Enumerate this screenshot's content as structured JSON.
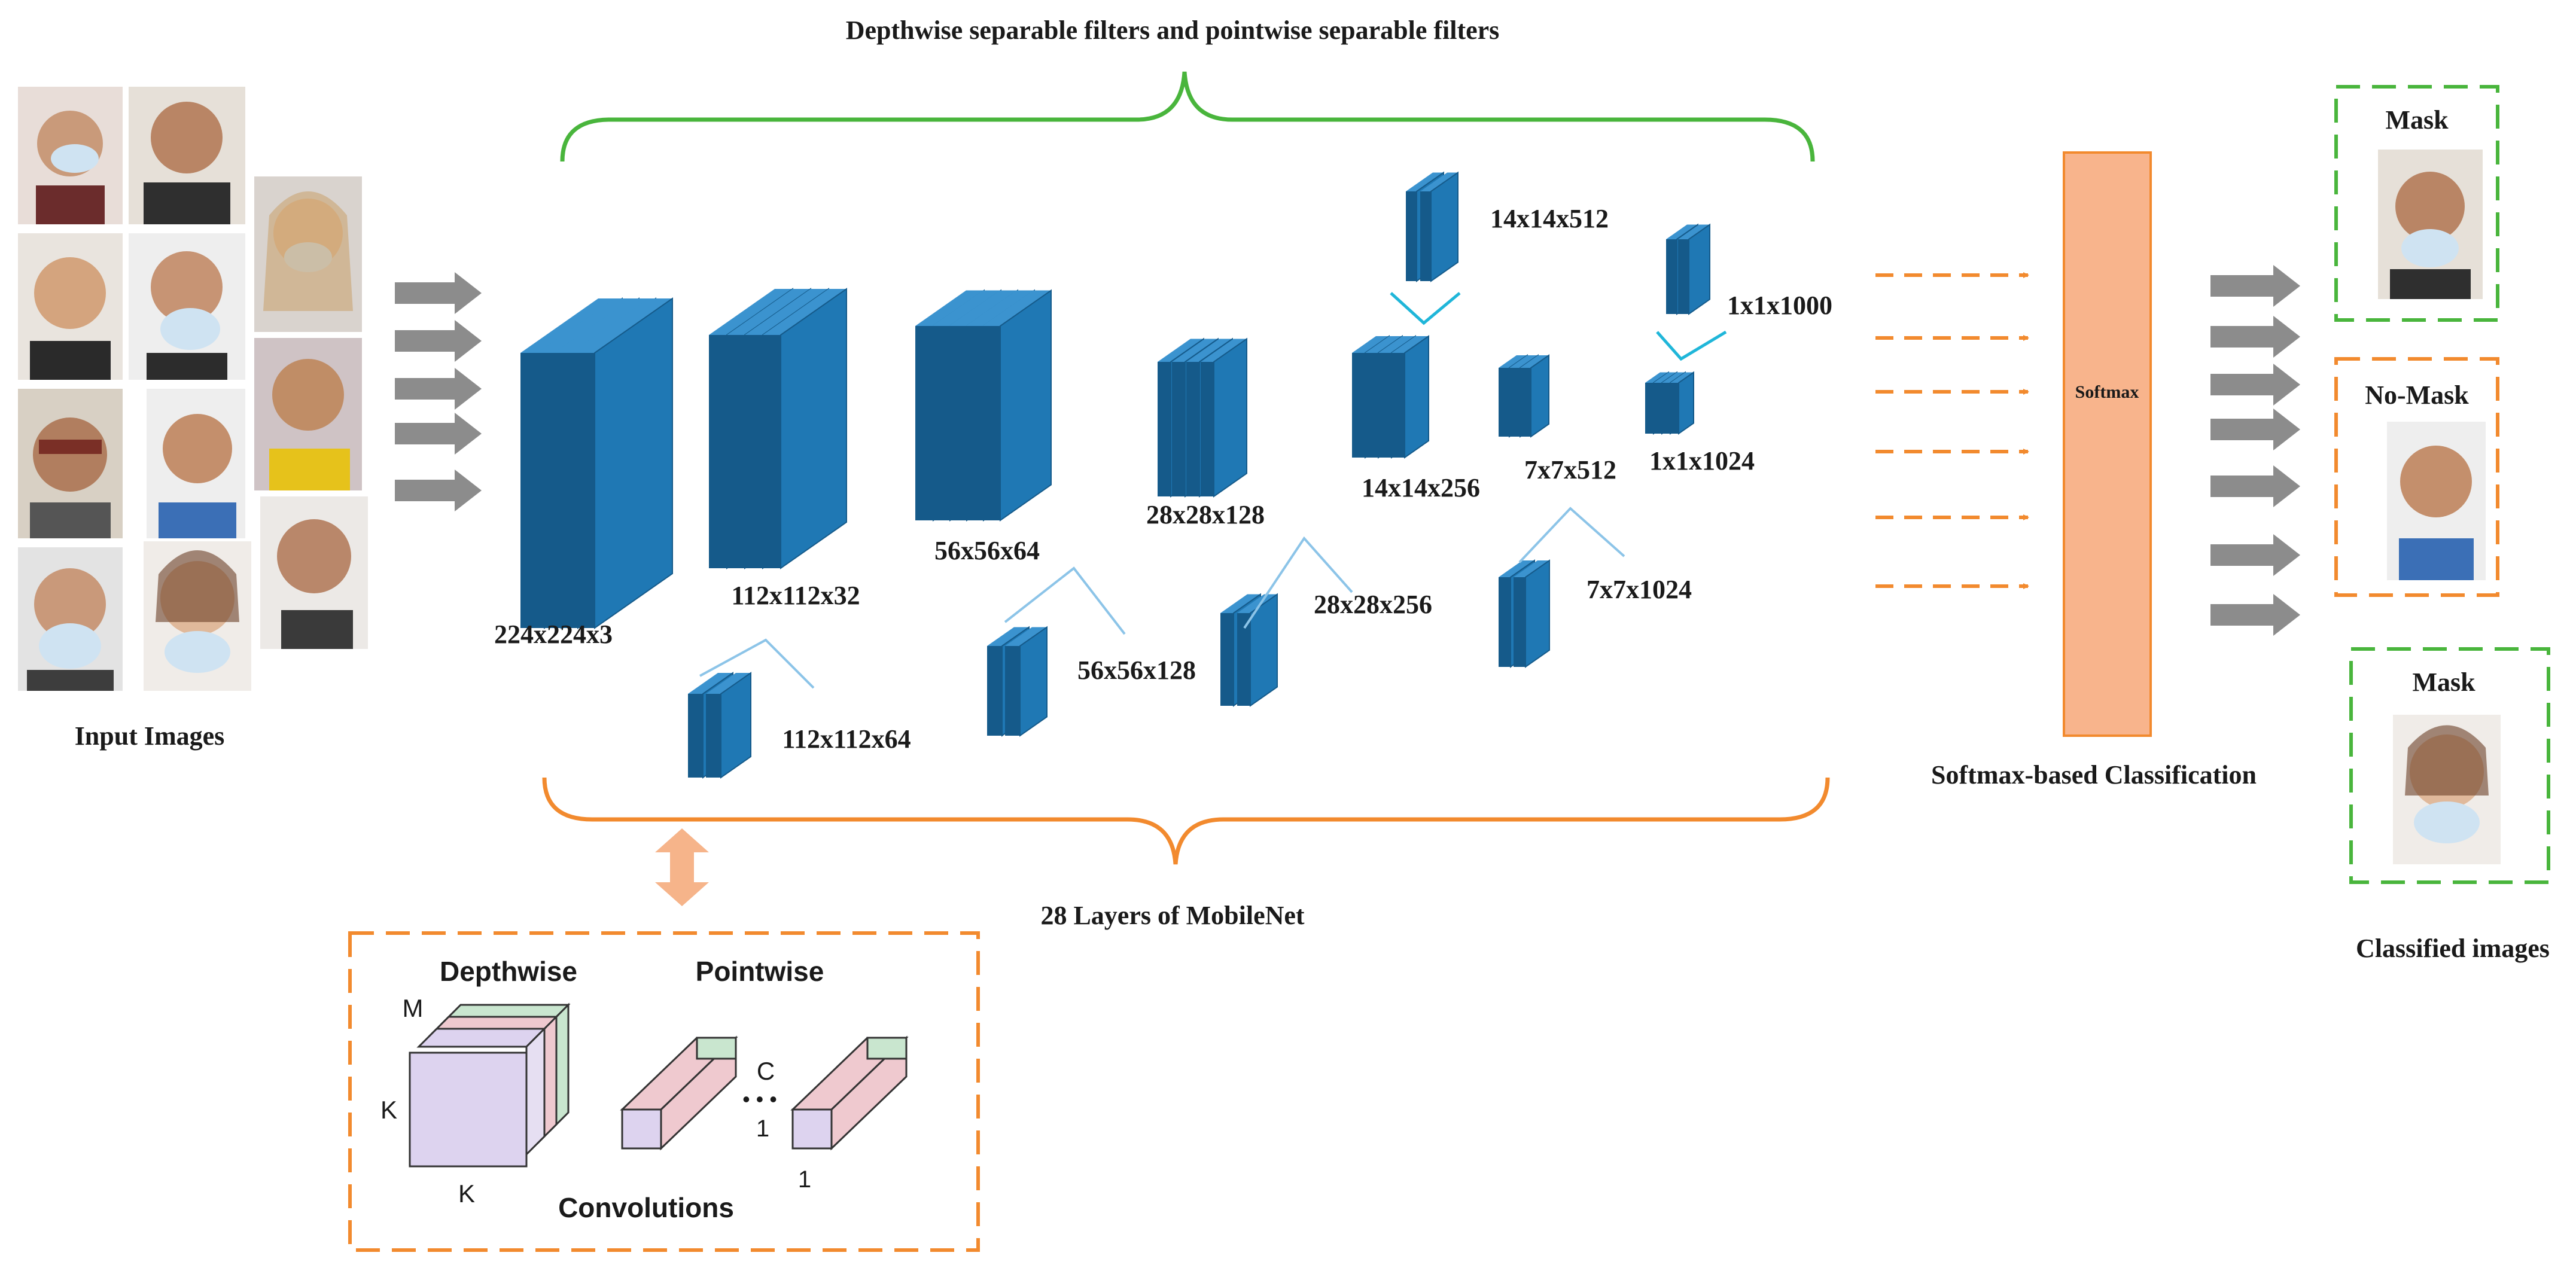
{
  "colors": {
    "block": "#1f78b4",
    "block_dark": "#155a8a",
    "block_top": "#3b93cf",
    "green": "#49b53c",
    "orange": "#f28a2e",
    "softmax_fill": "#f8b48c",
    "gray_arrow": "#8c8c8c",
    "branch_line": "#8cc4e8",
    "cyan_line": "#1fb6d9",
    "face_skin": "#c99a7a",
    "mask": "#cfe3f2",
    "depth_front": "#ddd3ef",
    "depth_pink": "#efc9cf",
    "depth_green": "#c9e6cf"
  },
  "title_top": "Depthwise separable filters and pointwise separable filters",
  "input_label": "Input Images",
  "input_images_icon": "face-photo-icon",
  "mobilenet_label": "28 Layers of MobileNet",
  "layers": {
    "l1": "224x224x3",
    "l2": "112x112x32",
    "l3": "112x112x64",
    "l4": "56x56x64",
    "l5": "56x56x128",
    "l6": "28x28x128",
    "l7": "28x28x256",
    "l8": "14x14x512",
    "l9": "14x14x256",
    "l10": "7x7x512",
    "l11": "7x7x1024",
    "l12": "1x1x1000",
    "l13": "1x1x1024"
  },
  "softmax": {
    "box_label": "Softmax",
    "caption": "Softmax-based Classification"
  },
  "outputs": [
    {
      "label": "Mask"
    },
    {
      "label": "No-Mask"
    },
    {
      "label": "Mask"
    }
  ],
  "classified_label": "Classified images",
  "inset": {
    "depthwise": "Depthwise",
    "pointwise": "Pointwise",
    "m": "M",
    "k_side": "K",
    "k_bottom": "K",
    "c": "C",
    "one_a": "1",
    "one_b": "1",
    "dots": "• • •",
    "convolutions": "Convolutions"
  }
}
